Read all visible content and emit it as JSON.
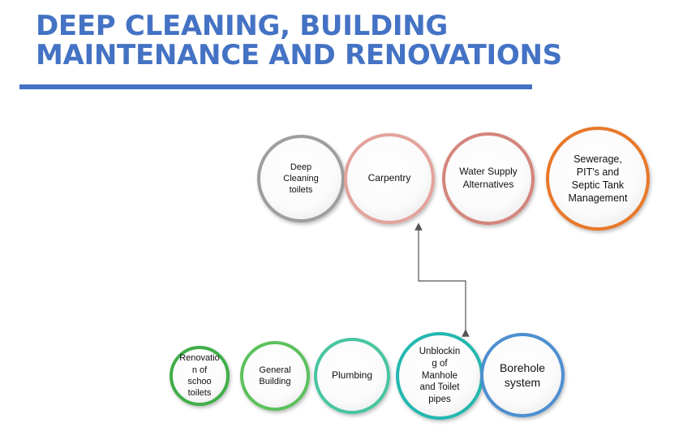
{
  "title": {
    "line1": "DEEP CLEANING, BUILDING",
    "line2": "MAINTENANCE AND RENOVATIONS"
  },
  "colors": {
    "accent": "#4472C4",
    "top_row": [
      "#9E9E9E",
      "#E3A39B",
      "#D4857B",
      "#E8782A"
    ],
    "bottom_row": [
      "#3FAE49",
      "#5CC15C",
      "#46C6A0",
      "#22B8B0",
      "#4E8FD0"
    ],
    "connector": "#555555"
  },
  "top_row": [
    {
      "label": "Deep\nCleaning\ntoilets"
    },
    {
      "label": "Carpentry"
    },
    {
      "label": "Water Supply\nAlternatives"
    },
    {
      "label": "Sewerage,\nPIT's and\nSeptic Tank\nManagement"
    }
  ],
  "bottom_row": [
    {
      "label": "Renovatio\nn of\nschoo\ntoilets"
    },
    {
      "label": "General\nBuilding"
    },
    {
      "label": "Plumbing"
    },
    {
      "label": "Unblockin\ng of\nManhole\nand Toilet\npipes"
    },
    {
      "label": "Borehole\nsystem"
    }
  ]
}
